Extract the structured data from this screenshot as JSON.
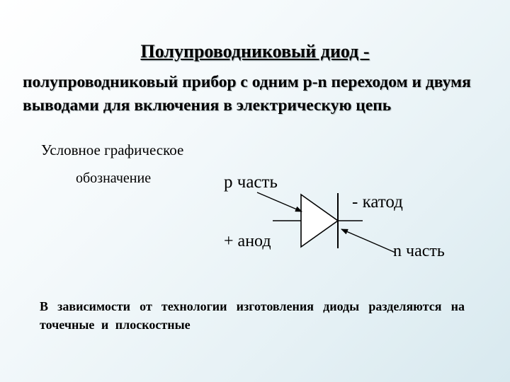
{
  "title": "Полупроводниковый диод -",
  "definition": "полупроводниковый прибор с одним p-n переходом и двумя выводами для включения в электрическую цепь",
  "symbol_caption": {
    "line1": "Условное графическое",
    "line2": "обозначение"
  },
  "diagram": {
    "p_part": "p часть",
    "anode": "+ анод",
    "cathode": "- катод",
    "n_part": "n часть"
  },
  "conclusion": "В зависимости от технологии изготовления диоды разделяются на точечные и плоскостные"
}
